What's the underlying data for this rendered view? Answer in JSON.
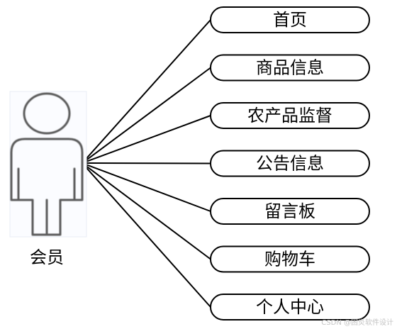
{
  "actor": {
    "label": "会员"
  },
  "use_cases": [
    {
      "label": "首页"
    },
    {
      "label": "商品信息"
    },
    {
      "label": "农产品监督"
    },
    {
      "label": "公告信息"
    },
    {
      "label": "留言板"
    },
    {
      "label": "购物车"
    },
    {
      "label": "个人中心"
    }
  ],
  "watermark": "CSDN @困炎软件设计"
}
